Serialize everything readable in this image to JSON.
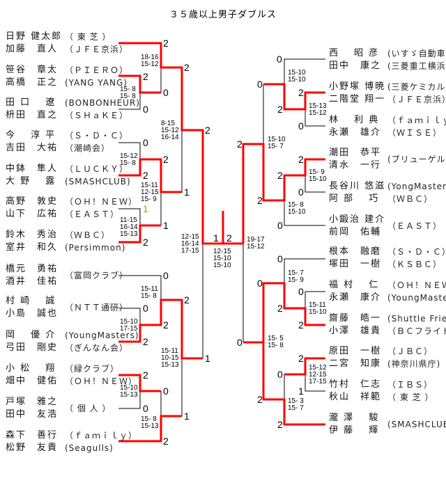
{
  "title": "３５歳以上男子ダブルス",
  "colors": {
    "win_line": "#ff0000",
    "line": "#000000",
    "score_orange": "#e08000"
  },
  "left": [
    {
      "players": [
        {
          "name": "日野 健太郎",
          "club": "（ 東 芝 ）"
        },
        {
          "name": "加藤　直人",
          "club": "（ＪＦＥ京浜）"
        }
      ]
    },
    {
      "players": [
        {
          "name": "笹谷　章太",
          "club": "（ＰＩＥＲＯ）"
        },
        {
          "name": "高橋　正之",
          "club": "(YANG YANG)"
        }
      ]
    },
    {
      "players": [
        {
          "name": "田 口　 遼",
          "club": "(BONBONHEUR)"
        },
        {
          "name": "枡田　直之",
          "club": "（ＳＨａＫＥ）"
        }
      ]
    },
    {
      "players": [
        {
          "name": "今　 淳 平",
          "club": "（Ｓ・Ｄ・Ｃ）"
        },
        {
          "name": "吉田　大祐",
          "club": "（潮崎会）"
        }
      ]
    },
    {
      "players": [
        {
          "name": "中鉢　隼人",
          "club": "（ＬＵＣＫＹ）"
        },
        {
          "name": "大 野　 露",
          "club": "(SMASHCLUB)"
        }
      ]
    },
    {
      "players": [
        {
          "name": "高野　敦史",
          "club": "（ＯＨ！ＮＥＷ）"
        },
        {
          "name": "山下　広祐",
          "club": "（ＥＡＳＴ）"
        }
      ]
    },
    {
      "players": [
        {
          "name": "鈴木　秀治",
          "club": "（ＷＢＣ）"
        },
        {
          "name": "室井　和久",
          "club": "(Persimmon)"
        }
      ]
    },
    {
      "players": [
        {
          "name": "橋元　勇祐"
        },
        {
          "name": "酒井　佳祐"
        }
      ],
      "club": "（富岡クラブ）"
    },
    {
      "players": [
        {
          "name": "村 崎　 誠"
        },
        {
          "name": "小島　誠也"
        }
      ],
      "club": "（ＮＴＴ通研）"
    },
    {
      "players": [
        {
          "name": "岡　 優 介",
          "club": "(YoungMasters)"
        },
        {
          "name": "弓田　剛史",
          "club": "（ぎんなん会）"
        }
      ]
    },
    {
      "players": [
        {
          "name": "小 松　 翔",
          "club": "（緑クラブ）"
        },
        {
          "name": "畑中　健佑",
          "club": "（ＯＨ！ＮＥＷ）"
        }
      ]
    },
    {
      "players": [
        {
          "name": "戸塚　雅之"
        },
        {
          "name": "田中　友浩"
        }
      ],
      "club": "（ 個 人 ）"
    },
    {
      "players": [
        {
          "name": "森下　善行",
          "club": "（ｆａｍｉｌｙ）"
        },
        {
          "name": "松野　友貴",
          "club": "(Seagulls)"
        }
      ]
    }
  ],
  "right": [
    {
      "players": [
        {
          "name": "西　 昭 彦",
          "club": "(いすゞ自動車)"
        },
        {
          "name": "田中　康之",
          "club": "(三菱重工横浜)"
        }
      ]
    },
    {
      "players": [
        {
          "name": "小野塚 博暁",
          "club": "(三菱ケミカル)"
        },
        {
          "name": "二階堂 翔一",
          "club": "（ＪＦＥ京浜）"
        }
      ]
    },
    {
      "players": [
        {
          "name": "林　 利 典",
          "club": "（ｆａｍｉｌｙ）"
        },
        {
          "name": "永瀬　雄介",
          "club": "（ＷＩＳＥ）"
        }
      ]
    },
    {
      "players": [
        {
          "name": "潮田　恭平"
        },
        {
          "name": "清水　一行"
        }
      ],
      "club": "(ブリューゲル)"
    },
    {
      "players": [
        {
          "name": "長谷川 悠滋",
          "club": "(YongMasters)"
        },
        {
          "name": "阿 部　 巧",
          "club": "（ＷＢＣ）"
        }
      ]
    },
    {
      "players": [
        {
          "name": "小鍛治 建介"
        },
        {
          "name": "前岡　佑輔"
        }
      ],
      "club": "（ＥＡＳＴ）"
    },
    {
      "players": [
        {
          "name": "根本　融磨",
          "club": "（Ｓ・Ｄ・Ｃ）"
        },
        {
          "name": "塚田　一樹",
          "club": "（ＫＳＢＣ）"
        }
      ]
    },
    {
      "players": [
        {
          "name": "福 村　 仁",
          "club": "（ＯＨ！ＮＥＷ）"
        },
        {
          "name": "永瀬　康介",
          "club": "(YoungMasters)"
        }
      ]
    },
    {
      "players": [
        {
          "name": "齋藤　皓一",
          "club": "(Shuttle Friends)"
        },
        {
          "name": "小澤　雄貴",
          "club": "（ＢＣフライト）"
        }
      ]
    },
    {
      "players": [
        {
          "name": "原田　一樹",
          "club": "（ＪＢＣ）"
        },
        {
          "name": "二宮　知康",
          "club": "(神奈川県庁)"
        }
      ]
    },
    {
      "players": [
        {
          "name": "竹村　仁志",
          "club": "（ＩＢＳ）"
        },
        {
          "name": "秋山　祥範",
          "club": "（ 東 芝 ）"
        }
      ]
    },
    {
      "players": [
        {
          "name": "瀧 澤　 駿"
        },
        {
          "name": "伊 藤　 輝"
        }
      ],
      "club": "(SMASHCLUB)"
    }
  ],
  "scores": [
    "2",
    "2",
    "0",
    "0",
    "2",
    "0",
    "2",
    "1",
    "2",
    "2",
    "1",
    "1",
    "2",
    "0",
    "0",
    "2",
    "2",
    "2",
    "2",
    "0",
    "0",
    "2",
    "2",
    "1",
    "1",
    "1",
    "2",
    "0",
    "2",
    "0",
    "2",
    "0",
    "2",
    "0",
    "2",
    "0",
    "2",
    "2",
    "0",
    "0",
    "2",
    "2",
    "0",
    "2",
    "1",
    "0",
    "2",
    "2",
    "0"
  ],
  "game_scores": [
    [
      "18-16",
      "15-12"
    ],
    [
      "15- 8",
      "15- 8"
    ],
    [
      "8-15",
      "15-12",
      "16-14"
    ],
    [
      "15-12",
      "15- 8"
    ],
    [
      "15-11",
      "12-15",
      "15- 9"
    ],
    [
      "11-15",
      "16-14",
      "15-13"
    ],
    [
      "12-15",
      "16-14",
      "17-15"
    ],
    [
      "15-11",
      "15- 8"
    ],
    [
      "15-10",
      "17-15"
    ],
    [
      "15-11",
      "10-15",
      "15-13"
    ],
    [
      "15-10",
      "15-13"
    ],
    [
      "15- 8",
      "15-13"
    ],
    [
      "12-15",
      "15-10",
      "15-10"
    ],
    [
      "19-17",
      "15-12"
    ],
    [
      "15-10",
      "15-10"
    ],
    [
      "15-13",
      "15-12"
    ],
    [
      "15-10",
      "15- 7"
    ],
    [
      "15- 9",
      "15-10"
    ],
    [
      "15- 8",
      "15-10"
    ],
    [
      "15- 7",
      "15- 9"
    ],
    [
      "15-11",
      "15-10"
    ],
    [
      "15- 5",
      "15- 8"
    ],
    [
      "15-12",
      "12-15",
      "17-15"
    ],
    [
      "15- 3",
      "15- 7"
    ]
  ]
}
